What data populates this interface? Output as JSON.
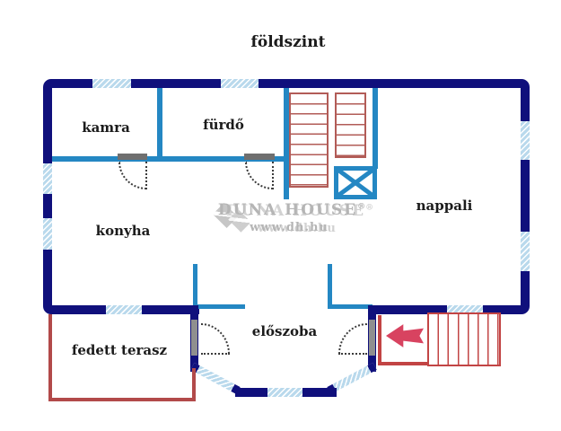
{
  "title": "földszint",
  "rooms": {
    "kamra": "kamra",
    "furdo": "fürdő",
    "konyha": "konyha",
    "nappali": "nappali",
    "eloszoba": "előszoba",
    "terasz": "fedett terasz"
  },
  "watermark": {
    "brand": "DUNA HOUSE",
    "reg": "®",
    "url": "www.dh.hu"
  },
  "icons": {
    "entry_arrow": "left-arrow",
    "stairs_cross": "x-box"
  },
  "colors": {
    "wall": "#10107c",
    "interior": "#2487c3",
    "window": "#b9d9ec",
    "stairs": "#b25c57",
    "entry": "#c24444",
    "terrace": "#b24a4a",
    "arrow": "#d84360",
    "door": "#8f8f8f",
    "text": "#1b1b1b",
    "mark": "#b5b5b5"
  }
}
